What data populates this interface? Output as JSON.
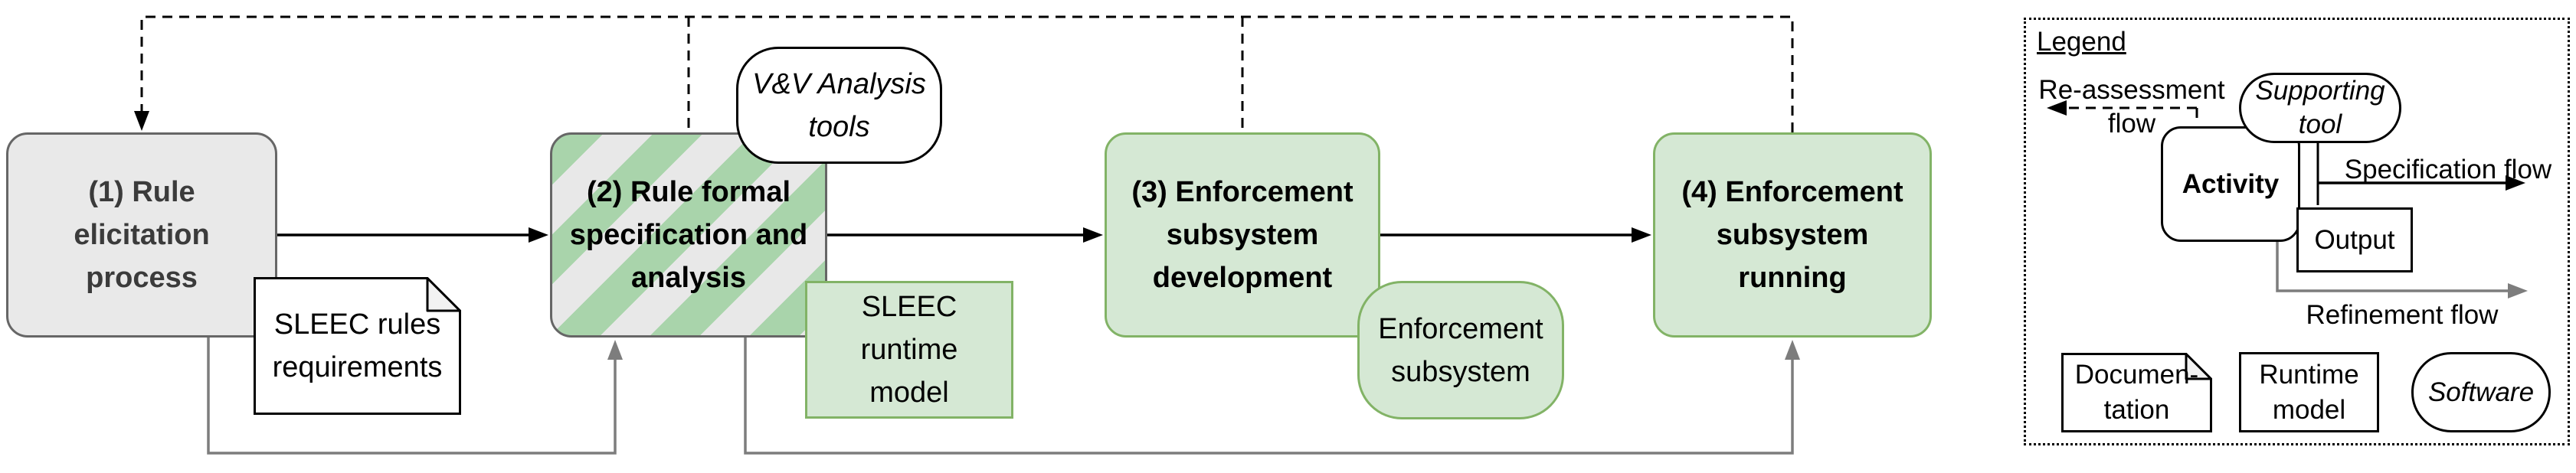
{
  "diagram": {
    "stages": [
      {
        "id": "1",
        "label": "(1) Rule\nelicitation\nprocess"
      },
      {
        "id": "2",
        "label": "(2) Rule formal\nspecification and\nanalysis"
      },
      {
        "id": "3",
        "label": "(3) Enforcement\nsubsystem\ndevelopment"
      },
      {
        "id": "4",
        "label": "(4) Enforcement\nsubsystem\nrunning"
      }
    ],
    "artifacts": {
      "sleec_rules_doc": "SLEEC rules\nrequirements",
      "vv_tools": "V&V Analysis\ntools",
      "sleec_runtime_model": "SLEEC\nruntime\nmodel",
      "enforcement_subsystem": "Enforcement\nsubsystem"
    }
  },
  "legend": {
    "title": "Legend",
    "reassessment_flow_label": "Re-assessment\nflow",
    "supporting_tool_label": "Supporting\ntool",
    "activity_label": "Activity",
    "specification_flow_label": "Specification flow",
    "output_label": "Output",
    "refinement_flow_label": "Refinement flow",
    "documentation_label": "Documen-\ntation",
    "runtime_model_label": "Runtime\nmodel",
    "software_label": "Software"
  },
  "colors": {
    "green-fill": "#d5e8d4",
    "green-border": "#82b366",
    "gray-fill": "#e9e9e9",
    "gray-border": "#666666",
    "stripe-green": "#a9d4ab",
    "stripe-gray": "#e8e8e8",
    "stage1-text": "#3b3b3b",
    "flow-gray": "#7d7d7d",
    "flow-black": "#000000"
  }
}
